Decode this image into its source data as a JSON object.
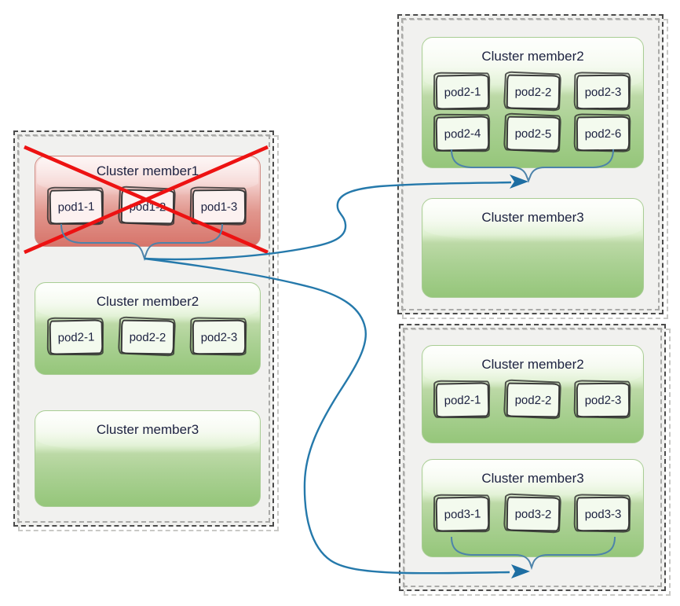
{
  "panels": {
    "left": {
      "members": [
        {
          "title": "Cluster member1",
          "status": "failed",
          "pods": [
            "pod1-1",
            "pod1-2",
            "pod1-3"
          ]
        },
        {
          "title": "Cluster member2",
          "status": "healthy",
          "pods": [
            "pod2-1",
            "pod2-2",
            "pod2-3"
          ]
        },
        {
          "title": "Cluster member3",
          "status": "healthy",
          "pods": []
        }
      ]
    },
    "top_right": {
      "members": [
        {
          "title": "Cluster member2",
          "status": "healthy",
          "pods": [
            "pod2-1",
            "pod2-2",
            "pod2-3",
            "pod2-4",
            "pod2-5",
            "pod2-6"
          ]
        },
        {
          "title": "Cluster member3",
          "status": "healthy",
          "pods": []
        }
      ]
    },
    "bottom_right": {
      "members": [
        {
          "title": "Cluster member2",
          "status": "healthy",
          "pods": [
            "pod2-1",
            "pod2-2",
            "pod2-3"
          ]
        },
        {
          "title": "Cluster member3",
          "status": "healthy",
          "pods": [
            "pod3-1",
            "pod3-2",
            "pod3-3"
          ]
        }
      ]
    }
  },
  "connections": [
    {
      "from": "panels.left.members.0",
      "to": "panels.top_right.members.0"
    },
    {
      "from": "panels.left.members.0",
      "to": "panels.bottom_right.members.1"
    }
  ],
  "colors": {
    "healthy_green": "#95c67a",
    "failed_red": "#d7746a",
    "arrow_blue": "#2579ab",
    "brace_blue": "#4d83aa",
    "cross_red": "#ed1212",
    "panel_gray": "#f1f1ef",
    "pod_border": "#3a3a3a",
    "text_navy": "#1c2140"
  }
}
